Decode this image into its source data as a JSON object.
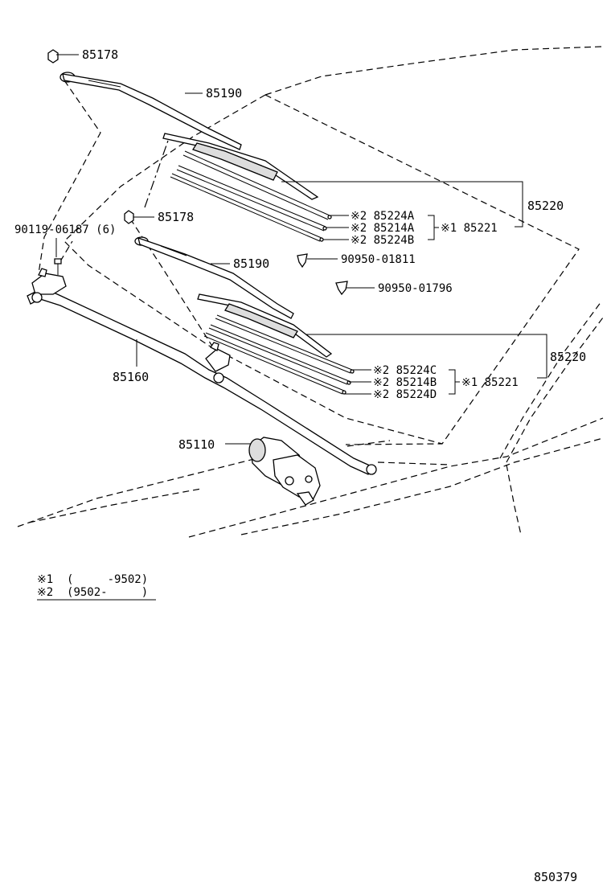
{
  "labels": {
    "l_85178_top": "85178",
    "l_85190_top": "85190",
    "l_85220_top": "85220",
    "l_85224A": "※2 85224A",
    "l_85214A": "※2 85214A",
    "l_85224B": "※2 85224B",
    "l_85221_top": "※1  85221",
    "l_90119": "90119-06187 (6)",
    "l_85178_mid": "85178",
    "l_85190_mid": "85190",
    "l_90950_01811": "90950-01811",
    "l_90950_01796": "90950-01796",
    "l_85220_bot": "85220",
    "l_85224C": "※2 85224C",
    "l_85214B": "※2 85214B",
    "l_85224D": "※2 85224D",
    "l_85221_bot": "※1  85221",
    "l_85160": "85160",
    "l_85110": "85110"
  },
  "notes": {
    "note1": "※1  (     -9502)",
    "note2": "※2  (9502-     )"
  },
  "footer": {
    "code": "850379"
  }
}
